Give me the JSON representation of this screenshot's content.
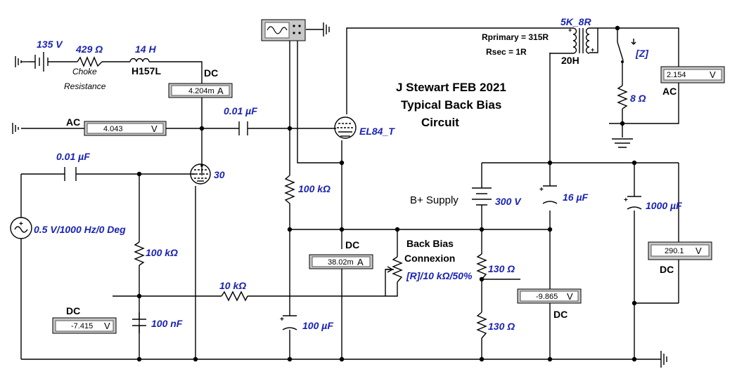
{
  "title": {
    "line1": "J Stewart FEB 2021",
    "line2": "Typical Back Bias",
    "line3": "Circuit"
  },
  "components": {
    "battery_135": "135 V",
    "choke_res": "429 Ω",
    "choke_res_caption1": "Choke",
    "choke_res_caption2": "Resistance",
    "inductor": "14 H",
    "inductor_model": "H157L",
    "cap_coupling_top": "0.01 µF",
    "cap_coupling_left": "0.01 µF",
    "tube_30": "30",
    "tube_el84": "EL84_T",
    "res_plate": "100 kΩ",
    "res_grid": "100 kΩ",
    "res_10k": "10 kΩ",
    "cap_100nf": "100 nF",
    "cap_100uf": "100 µF",
    "source": "0.5 V/1000 Hz/0 Deg",
    "bplus_label": "B+ Supply",
    "bplus_value": "300 V",
    "cap_16uf": "16 µF",
    "cap_1000uf": "1000 µF",
    "res_130_a": "130 Ω",
    "res_130_b": "130 Ω",
    "back_bias_1": "Back Bias",
    "back_bias_2": "Connexion",
    "pot": "[R]/10 kΩ/50%",
    "transformer": "5K_8R",
    "rprimary": "Rprimary = 315R",
    "rsec": "Rsec = 1R",
    "transformer_20h": "20H",
    "switch_key": "[Z]",
    "load": "8 Ω"
  },
  "meters": {
    "dc_top": {
      "mode": "DC",
      "value": "4.204m",
      "unit": "A"
    },
    "ac_left": {
      "mode": "AC",
      "value": "4.043",
      "unit": "V"
    },
    "dc_bottom_left": {
      "mode": "DC",
      "value": "-7.415",
      "unit": "V"
    },
    "dc_cathode": {
      "mode": "DC",
      "value": "38.02m",
      "unit": "A"
    },
    "dc_bias": {
      "mode": "DC",
      "value": "-9.865",
      "unit": "V"
    },
    "dc_right": {
      "mode": "DC",
      "value": "290.1",
      "unit": "V"
    },
    "ac_output": {
      "mode": "AC",
      "value": "2.154",
      "unit": "V"
    }
  },
  "icons": {
    "oscilloscope": "oscilloscope-icon",
    "ground": "ground-icon"
  }
}
